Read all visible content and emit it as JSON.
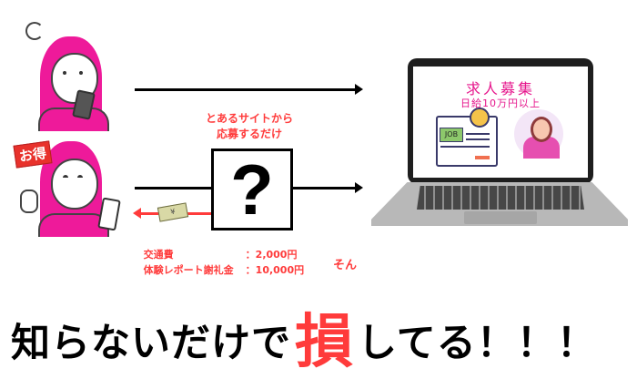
{
  "badge": {
    "label": "お得"
  },
  "flow": {
    "caption_line1": "とあるサイトから",
    "caption_line2": "応募するだけ",
    "question_mark": "?",
    "money_icon_label": "¥"
  },
  "fees": [
    {
      "label": "交通費",
      "separator": "：",
      "amount": "2,000円"
    },
    {
      "label": "体験レポート謝礼金",
      "separator": "：",
      "amount": "10,000円"
    }
  ],
  "laptop_screen": {
    "title": "求人募集",
    "subtitle": "日給10万円以上",
    "job_button": "JOB"
  },
  "headline": {
    "before": "知らないだけで",
    "emphasis": "損",
    "emphasis_ruby": "そん",
    "after": "してる！！！"
  },
  "colors": {
    "accent_red": "#ff3b3b",
    "hair_pink": "#ee1a9a",
    "screen_pink": "#e6168c",
    "badge_red": "#e8322c"
  }
}
